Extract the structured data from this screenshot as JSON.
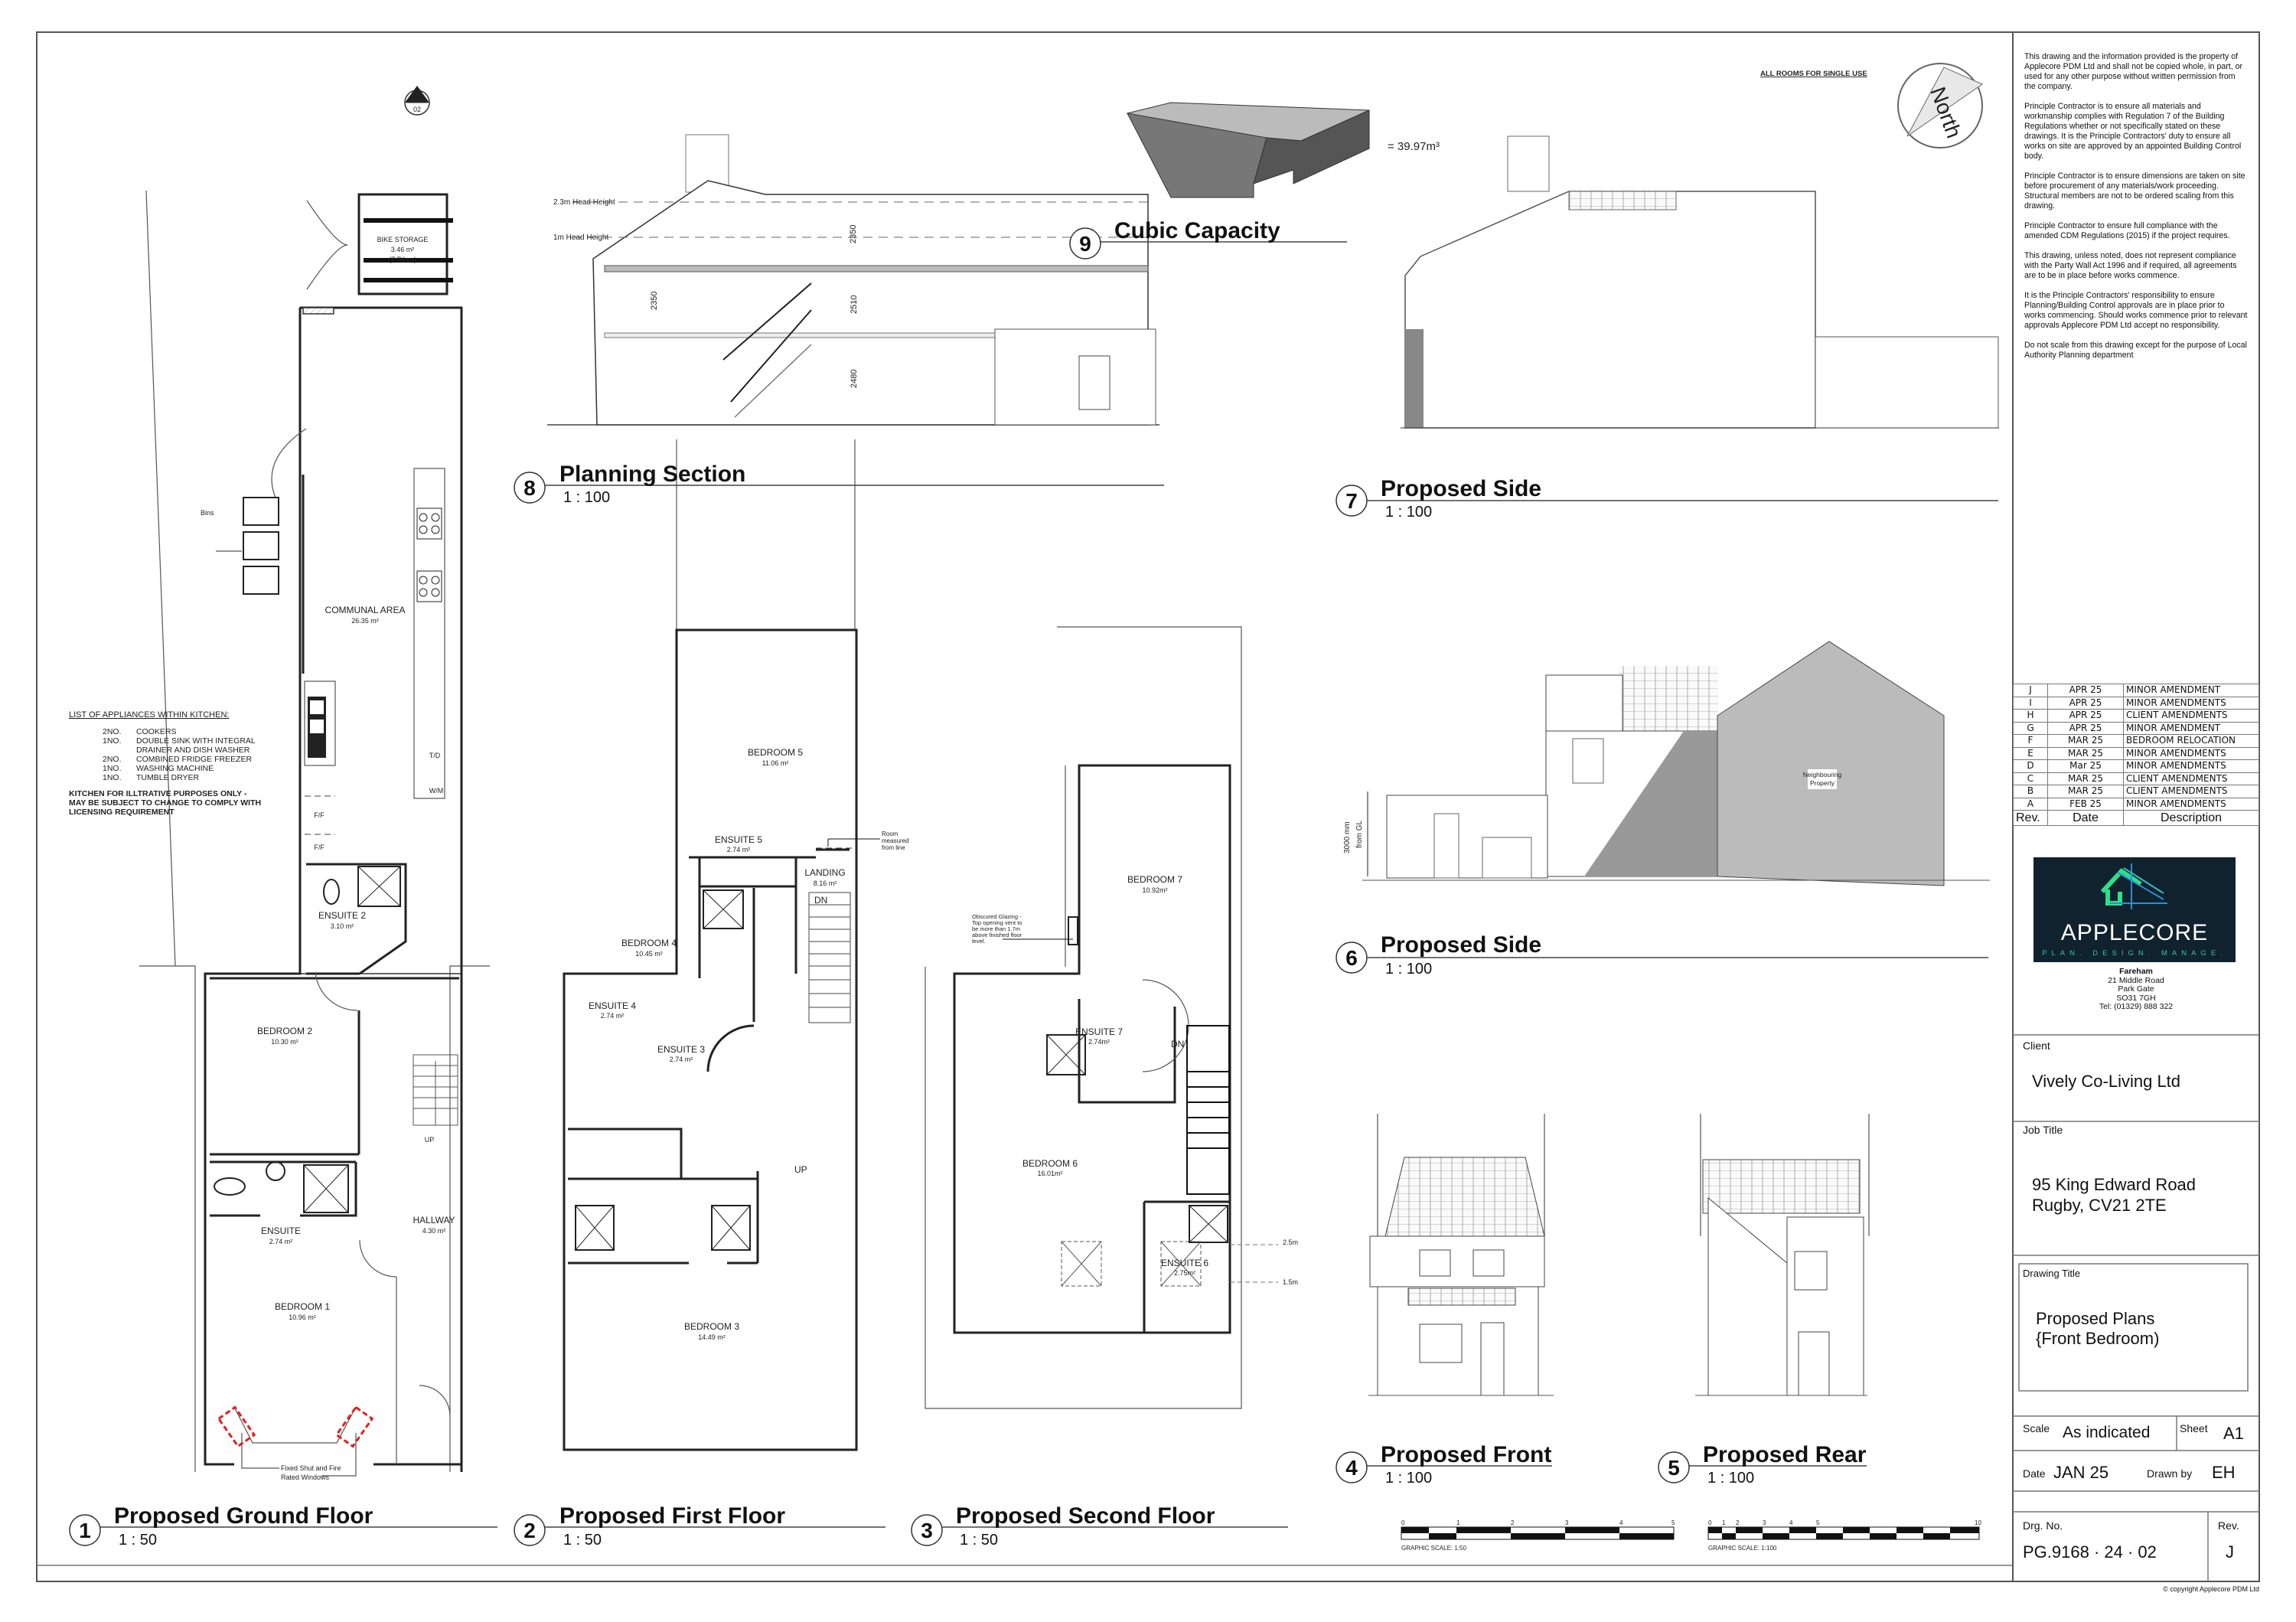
{
  "notes": [
    "This drawing and the information provided is the property of Applecore PDM Ltd and shall not be copied whole, in part, or used for any other purpose without written permission from the company.",
    "Principle Contractor is to ensure all materials and workmanship complies with Regulation 7 of the Building Regulations whether or not specifically stated on these drawings. It is the Principle Contractors' duty to ensure all works on site are approved by an appointed Building Control body.",
    "Principle Contractor is to ensure dimensions are taken on site before procurement of any materials/work proceeding. Structural members are not to be ordered scaling from this drawing.",
    "Principle Contractor to ensure full compliance with the amended CDM Regulations (2015) if the project requires.",
    "This drawing, unless noted, does not represent compliance with the Party Wall Act 1996 and if required, all agreements are to be in place before works commence.",
    "It is the Principle Contractors' responsibility to ensure Planning/Building Control approvals are in place prior to works commencing. Should works commence prior to relevant approvals Applecore PDM Ltd accept no responsibility.",
    "Do not scale from this drawing except for the purpose of Local Authority Planning department"
  ],
  "all_rooms_note": "ALL ROOMS FOR SINGLE USE",
  "north_label": "North",
  "section_marker": {
    "number": "8",
    "sheet": "02"
  },
  "cubic_capacity_value": "= 39.97m³",
  "views": {
    "ground": {
      "number": "1",
      "title": "Proposed Ground Floor",
      "scale": "1 : 50"
    },
    "first": {
      "number": "2",
      "title": "Proposed First Floor",
      "scale": "1 : 50"
    },
    "second": {
      "number": "3",
      "title": "Proposed Second Floor",
      "scale": "1 : 50"
    },
    "section": {
      "number": "8",
      "title": "Planning Section",
      "scale": "1 : 100"
    },
    "cubic": {
      "number": "9",
      "title": "Cubic Capacity"
    },
    "side7": {
      "number": "7",
      "title": "Proposed Side",
      "scale": "1 : 100"
    },
    "side6": {
      "number": "6",
      "title": "Proposed  Side",
      "scale": "1 : 100"
    },
    "front": {
      "number": "4",
      "title": "Proposed Front",
      "scale": "1 : 100"
    },
    "rear": {
      "number": "5",
      "title": "Proposed Rear",
      "scale": "1 : 100"
    }
  },
  "ground_floor": {
    "bike_storage": {
      "name": "BIKE STORAGE",
      "area": "3.46 m²",
      "capacity": "(7 Bikes)"
    },
    "communal": {
      "name": "COMMUNAL AREA",
      "area": "26.35 m²"
    },
    "ensuite2": {
      "name": "ENSUITE 2",
      "area": "3.10 m²"
    },
    "bedroom2": {
      "name": "BEDROOM 2",
      "area": "10.30 m²"
    },
    "ensuite": {
      "name": "ENSUITE",
      "area": "2.74 m²"
    },
    "hallway": {
      "name": "HALLWAY",
      "area": "4.30 m²"
    },
    "bedroom1": {
      "name": "BEDROOM 1",
      "area": "10.96 m²"
    },
    "bins_label": "Bins",
    "ff_label": "F/F",
    "td_label": "T/D",
    "wm_label": "W/M",
    "up_label": "UP",
    "fire_windows_note": [
      "Fixed Shut and Fire",
      "Rated Windows"
    ],
    "appliances_title": "LIST OF APPLIANCES WITHIN KITCHEN:",
    "appliances": [
      {
        "qty": "2NO.",
        "item": "COOKERS"
      },
      {
        "qty": "1NO.",
        "item": "DOUBLE SINK WITH INTEGRAL"
      },
      {
        "qty": "",
        "item": "DRAINER AND DISH WASHER"
      },
      {
        "qty": "2NO.",
        "item": "COMBINED FRIDGE FREEZER"
      },
      {
        "qty": "1NO.",
        "item": "WASHING MACHINE"
      },
      {
        "qty": "1NO.",
        "item": "TUMBLE DRYER"
      }
    ],
    "kitchen_note": [
      "KITCHEN FOR ILLTRATIVE PURPOSES ONLY -",
      "MAY BE SUBJECT TO CHANGE TO COMPLY WITH",
      "LICENSING REQUIREMENT"
    ]
  },
  "first_floor": {
    "bedroom5": {
      "name": "BEDROOM 5",
      "area": "11.06 m²"
    },
    "ensuite5": {
      "name": "ENSUITE 5",
      "area": "2.74 m²"
    },
    "landing": {
      "name": "LANDING",
      "area": "8.16 m²"
    },
    "bedroom4": {
      "name": "BEDROOM 4",
      "area": "10.45 m²"
    },
    "ensuite4": {
      "name": "ENSUITE 4",
      "area": "2.74 m²"
    },
    "ensuite3": {
      "name": "ENSUITE 3",
      "area": "2.74 m²"
    },
    "bedroom3": {
      "name": "BEDROOM 3",
      "area": "14.49 m²"
    },
    "dn_label": "DN",
    "up_label": "UP",
    "room_note": [
      "Room",
      "measured",
      "from line"
    ]
  },
  "second_floor": {
    "bedroom7": {
      "name": "BEDROOM 7",
      "area": "10.92m²"
    },
    "ensuite7": {
      "name": "ENSUITE 7",
      "area": "2.74m²"
    },
    "bedroom6": {
      "name": "BEDROOM 6",
      "area": "16.01m²"
    },
    "ensuite6": {
      "name": "ENSUITE 6",
      "area": "2.75m²"
    },
    "dn_label": "DN",
    "height_25": "2.5m",
    "height_15": "1.5m",
    "glazing_note": [
      "Obscured Glazing -",
      "Top opening vent to",
      "be more than 1.7m",
      "above finished floor",
      "level."
    ]
  },
  "section": {
    "head_23": "2.3m Head Height",
    "head_1": "1m Head Height",
    "dims": [
      "2350",
      "2350",
      "2510",
      "2480"
    ]
  },
  "side6": {
    "dim_1": "3000 mm",
    "dim_2": "from GL",
    "neighbour": [
      "Neighbouring",
      "Property"
    ]
  },
  "scale_bars": {
    "s50": {
      "label": "GRAPHIC SCALE: 1:50",
      "ticks": [
        "0",
        "1",
        "2",
        "3",
        "4",
        "5"
      ]
    },
    "s100": {
      "label": "GRAPHIC SCALE: 1:100",
      "ticks": [
        "0",
        "1",
        "2",
        "3",
        "4",
        "5",
        "10"
      ]
    }
  },
  "revisions": {
    "headers": [
      "Rev.",
      "Date",
      "Description"
    ],
    "rows": [
      {
        "rev": "J",
        "date": "APR 25",
        "desc": "MINOR AMENDMENT"
      },
      {
        "rev": "I",
        "date": "APR 25",
        "desc": "MINOR AMENDMENTS"
      },
      {
        "rev": "H",
        "date": "APR 25",
        "desc": "CLIENT AMENDMENTS"
      },
      {
        "rev": "G",
        "date": "APR 25",
        "desc": "MINOR AMENDMENT"
      },
      {
        "rev": "F",
        "date": "MAR 25",
        "desc": "BEDROOM RELOCATION"
      },
      {
        "rev": "E",
        "date": "MAR 25",
        "desc": "MINOR AMENDMENTS"
      },
      {
        "rev": "D",
        "date": "Mar 25",
        "desc": "MINOR AMENDMENTS"
      },
      {
        "rev": "C",
        "date": "MAR 25",
        "desc": "CLIENT AMENDMENTS"
      },
      {
        "rev": "B",
        "date": "MAR 25",
        "desc": "CLIENT AMENDMENTS"
      },
      {
        "rev": "A",
        "date": "FEB 25",
        "desc": "MINOR AMENDMENTS"
      }
    ]
  },
  "company": {
    "name": "APPLECORE",
    "tagline": "PLAN. DESIGN. MANAGE.",
    "office": "Fareham",
    "address": [
      "21 Middle Road",
      "Park Gate",
      "SO31 7GH",
      "Tel: (01329) 888 322"
    ],
    "colors": {
      "background": "#10222e",
      "accent_green": "#2fe08a",
      "accent_blue": "#2a8fd0"
    }
  },
  "title_block": {
    "client_label": "Client",
    "client": "Vively Co-Living Ltd",
    "job_label": "Job Title",
    "job_lines": [
      "95 King Edward Road",
      "Rugby, CV21 2TE"
    ],
    "drawing_title_label": "Drawing Title",
    "drawing_title_lines": [
      "Proposed Plans",
      "{Front Bedroom)"
    ],
    "scale_label": "Scale",
    "scale": "As indicated",
    "sheet_label": "Sheet",
    "sheet": "A1",
    "date_label": "Date",
    "date": "JAN 25",
    "drawn_label": "Drawn by",
    "drawn": "EH",
    "drg_label": "Drg. No.",
    "drg_no": "PG.9168  · 24 ·  02",
    "rev_label": "Rev.",
    "rev": "J",
    "copyright": "© copyright Applecore PDM Ltd"
  }
}
